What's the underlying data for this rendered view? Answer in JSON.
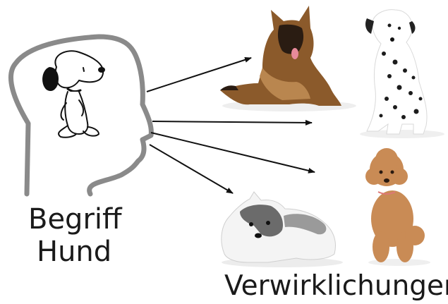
{
  "concept_label": {
    "line1": "Begriff",
    "line2": "Hund"
  },
  "realizations_label": "Verwirklichungen",
  "colors": {
    "head_outline": "#8a8a8a",
    "arrow": "#111111",
    "text": "#1a1a1a"
  },
  "images": [
    "cartoon-dog-in-head",
    "german-shepherd-photo",
    "dalmatian-photo",
    "husky-puppy-photo",
    "poodle-photo"
  ]
}
